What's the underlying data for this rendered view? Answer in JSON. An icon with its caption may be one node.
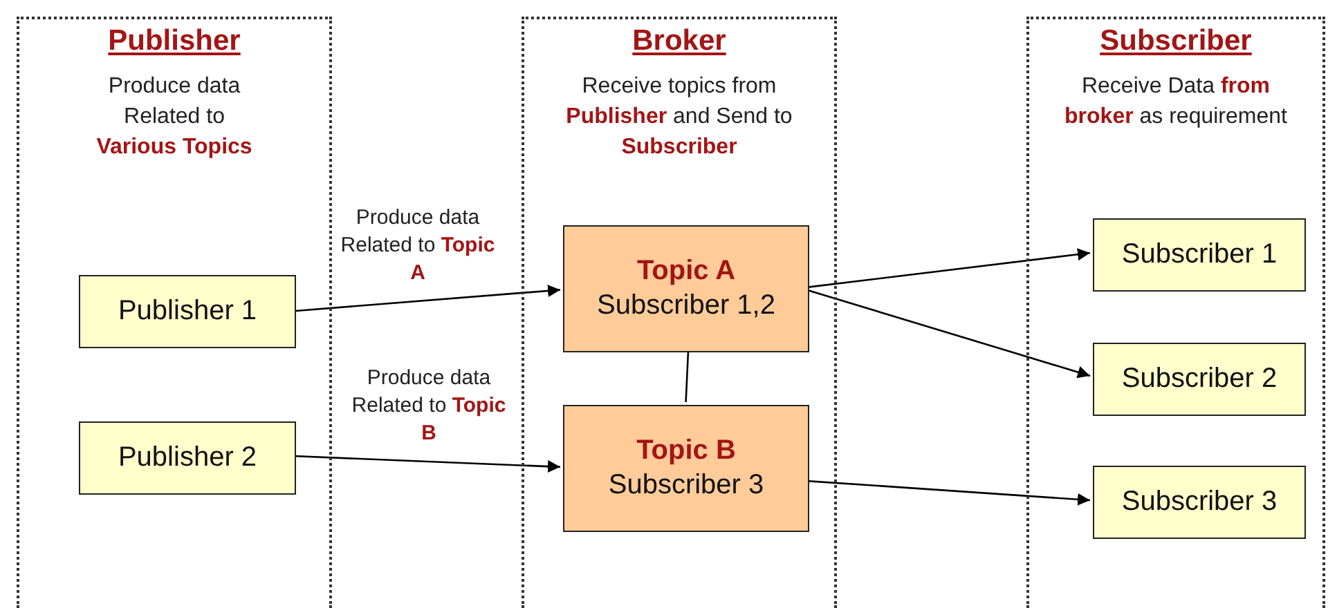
{
  "diagram": {
    "nodes": [
      {
        "text": [
          "Publisher",
          "Produce data Related to **Various Topics**"
        ]
      },
      {
        "text": [
          "Publisher 1"
        ],
        "in": 0
      },
      {
        "text": [
          "Publisher 2"
        ],
        "in": 0
      },
      {
        "text": [
          "Broker",
          "Receive topics from **Publisher** and Send to **Subscriber**"
        ]
      },
      {
        "text": [
          "Topic A",
          "Subscriber 1,2"
        ],
        "in": 3
      },
      {
        "text": [
          "Topic B",
          "Subscriber 3"
        ],
        "in": 3
      },
      {
        "text": [
          "Subscriber",
          "Receive Data **from broker** as requirement"
        ]
      },
      {
        "text": [
          "Subscriber 1"
        ],
        "in": 6
      },
      {
        "text": [
          "Subscriber 2"
        ],
        "in": 6
      },
      {
        "text": [
          "Subscriber 3"
        ],
        "in": 6
      }
    ],
    "edges": [
      {
        "from": 1,
        "to": 4,
        "arrow": "to",
        "label": "Produce data Related to **Topic A**"
      },
      {
        "from": 2,
        "to": 5,
        "arrow": "to",
        "label": "Produce data Related to **Topic B**"
      },
      {
        "from": 4,
        "to": 5,
        "arrow": "none"
      },
      {
        "from": 4,
        "to": 7,
        "arrow": "to"
      },
      {
        "from": 4,
        "to": 8,
        "arrow": "to"
      },
      {
        "from": 5,
        "to": 9,
        "arrow": "to"
      }
    ]
  }
}
